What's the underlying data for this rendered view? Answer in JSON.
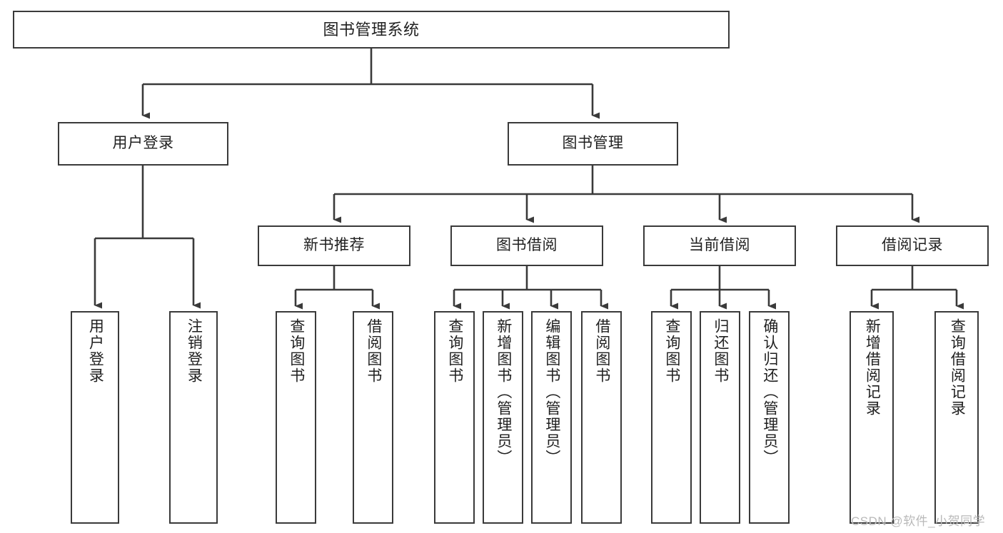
{
  "diagram": {
    "title": "图书管理系统",
    "type": "tree-hierarchy-chart",
    "orientation": "top-down",
    "colors": {
      "box_border": "#3a3a3a",
      "box_fill": "#ffffff",
      "connector": "#3a3a3a",
      "text": "#1f1f1f",
      "watermark": "#b9b9b9",
      "background": "#ffffff"
    }
  },
  "nodes": {
    "root": {
      "label": "图书管理系统"
    },
    "level2": [
      {
        "label": "用户登录"
      },
      {
        "label": "图书管理"
      }
    ],
    "level3": [
      {
        "label": "新书推荐"
      },
      {
        "label": "图书借阅"
      },
      {
        "label": "当前借阅"
      },
      {
        "label": "借阅记录"
      }
    ],
    "leaves_user_login": [
      {
        "label": "用户登录"
      },
      {
        "label": "注销登录"
      }
    ],
    "leaves_new_book": [
      {
        "label": "查询图书"
      },
      {
        "label": "借阅图书"
      }
    ],
    "leaves_borrow": [
      {
        "label": "查询图书"
      },
      {
        "label": "新增图书（管理员）"
      },
      {
        "label": "编辑图书（管理员）"
      },
      {
        "label": "借阅图书"
      }
    ],
    "leaves_current": [
      {
        "label": "查询图书"
      },
      {
        "label": "归还图书"
      },
      {
        "label": "确认归还（管理员）"
      }
    ],
    "leaves_records": [
      {
        "label": "新增借阅记录"
      },
      {
        "label": "查询借阅记录"
      }
    ]
  },
  "watermark": {
    "text": "CSDN @软件_小贺同学"
  }
}
